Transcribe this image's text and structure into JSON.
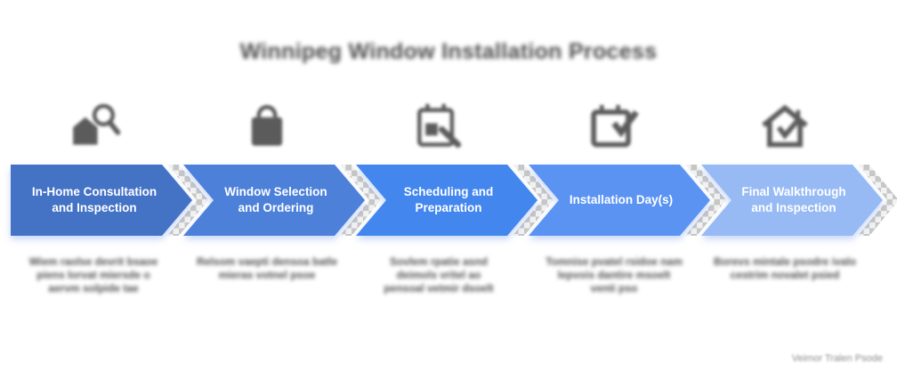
{
  "title": "Winnipeg Window Installation Process",
  "colors": {
    "step_blues": [
      "#4472c5",
      "#4c80d9",
      "#4286ee",
      "#5b93f3",
      "#97baf5"
    ],
    "label_text": "#ffffff",
    "title_text": "#4c4c4c",
    "checker_pattern": [
      "#c7c7c7",
      "#f2f2f2"
    ]
  },
  "steps": [
    {
      "label": "In-Home Consultation and Inspection",
      "icon": "house-magnifier-icon",
      "color": "#4472c5",
      "desc_blurred": [
        "Wiem raolse devrit bsaoe",
        "piens lorvat miersde o",
        "aervm solpide tae"
      ]
    },
    {
      "label": "Window Selection and Ordering",
      "icon": "shopping-bag-icon",
      "color": "#4c80d9",
      "desc_blurred": [
        "Relsom vaepti densoa batle",
        "mieras votnel psoe"
      ]
    },
    {
      "label": "Scheduling and Preparation",
      "icon": "calendar-edit-icon",
      "color": "#4286ee",
      "desc_blurred": [
        "Sovlem rpatie asnd",
        "deimols vritel ao",
        "pensoal vetmir dsoelt"
      ]
    },
    {
      "label": "Installation Day(s)",
      "icon": "calendar-check-icon",
      "color": "#5b93f3",
      "desc_blurred": [
        "Tomnise pvatel rsidoe nam",
        "lepvois dantire msoelt",
        "venti pso"
      ]
    },
    {
      "label": "Final Walkthrough and Inspection",
      "icon": "house-check-icon",
      "color": "#97baf5",
      "desc_blurred": [
        "Borevs mintale psodre ivalo",
        "cestrim novalet psied"
      ]
    }
  ],
  "watermark_blurred": "Veimor Tralen Psode"
}
